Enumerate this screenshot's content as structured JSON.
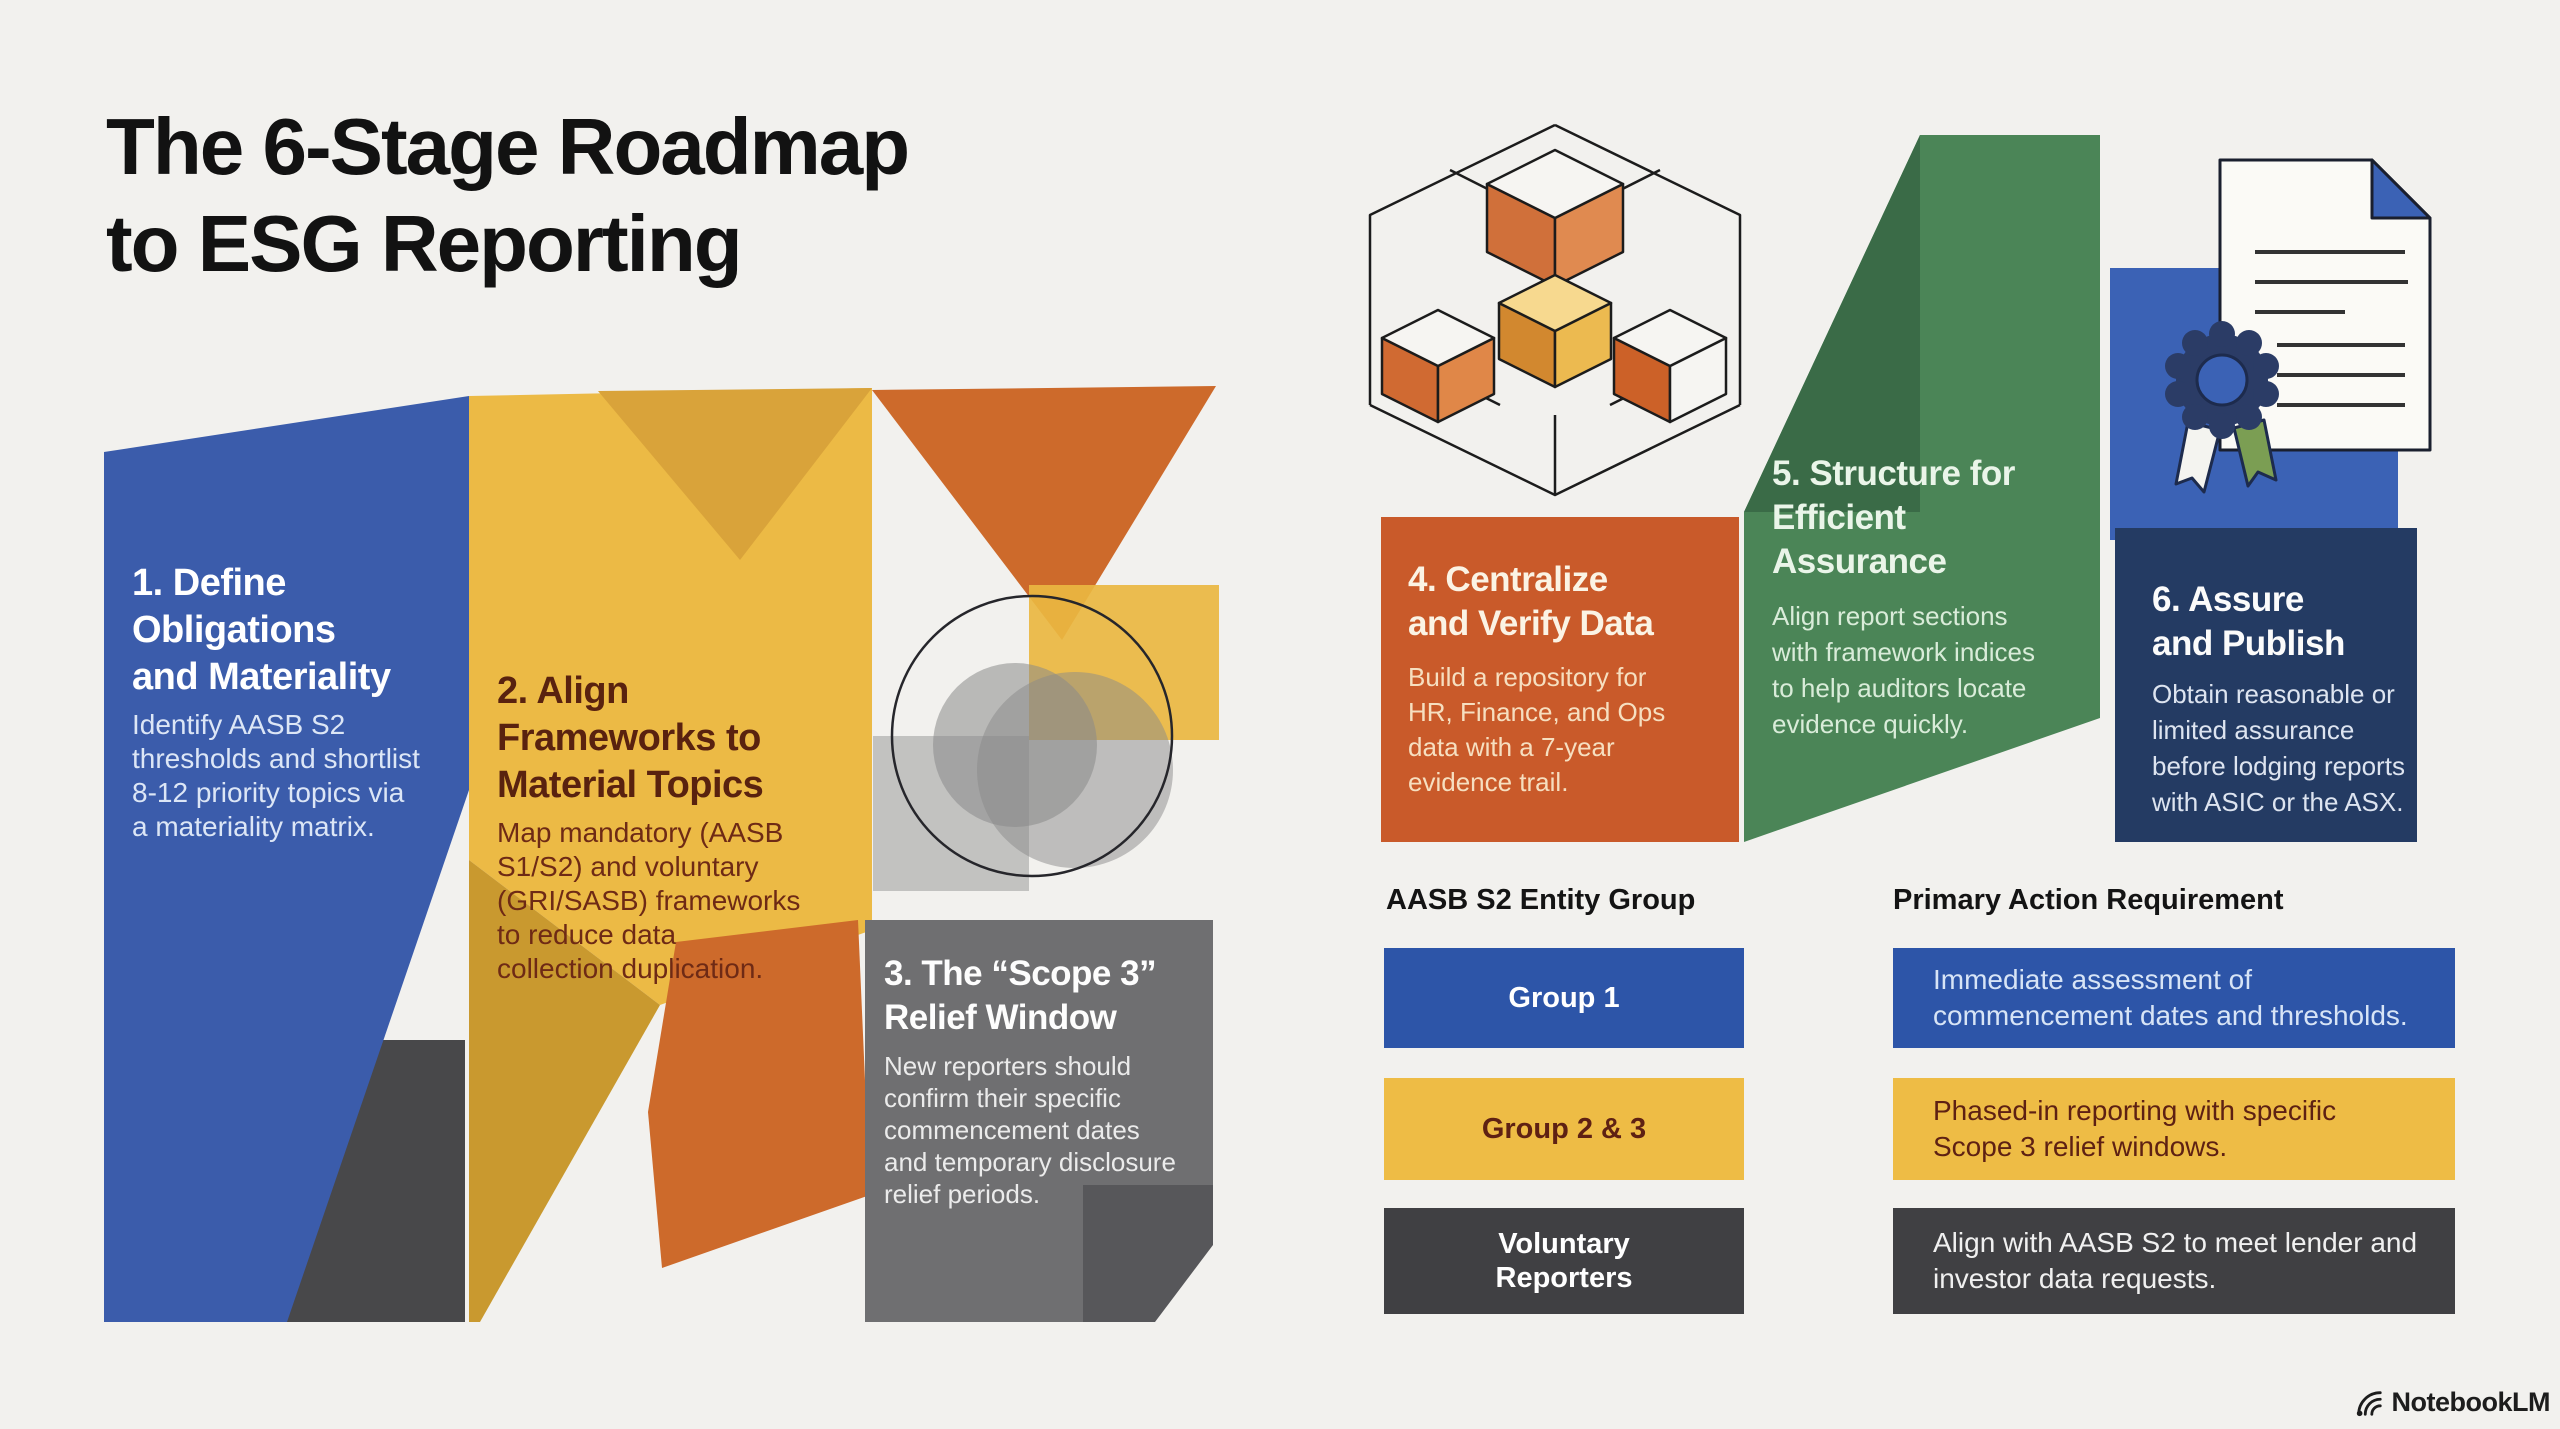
{
  "title": "The 6-Stage Roadmap\nto ESG Reporting",
  "stages": [
    {
      "heading": "1. Define\nObligations\nand Materiality",
      "body": "Identify AASB S2\nthresholds and shortlist\n8-12 priority topics via\na materiality matrix."
    },
    {
      "heading": "2. Align\nFrameworks to\nMaterial Topics",
      "body": "Map mandatory (AASB\nS1/S2) and voluntary\n(GRI/SASB) frameworks\nto reduce data\ncollection duplication."
    },
    {
      "heading": "3. The “Scope 3”\nRelief Window",
      "body": "New reporters should\nconfirm their specific\ncommencement dates\nand temporary disclosure\nrelief periods."
    },
    {
      "heading": "4. Centralize\nand Verify Data",
      "body": "Build a repository for\nHR, Finance, and Ops\ndata with a 7-year\nevidence trail."
    },
    {
      "heading": "5. Structure for\nEfficient\nAssurance",
      "body": "Align report sections\nwith framework indices\nto help auditors locate\nevidence quickly."
    },
    {
      "heading": "6. Assure\nand Publish",
      "body": "Obtain reasonable or\nlimited assurance\nbefore lodging reports\nwith ASIC or the ASX."
    }
  ],
  "table": {
    "column_headers": [
      "AASB S2 Entity Group",
      "Primary Action Requirement"
    ],
    "rows": [
      {
        "group": "Group 1",
        "requirement": "Immediate assessment of\ncommencement dates and thresholds.",
        "color": "#2d55a8"
      },
      {
        "group": "Group 2 & 3",
        "requirement": "Phased-in reporting with specific\nScope 3 relief windows.",
        "color": "#eebc45"
      },
      {
        "group": "Voluntary\nReporters",
        "requirement": "Align with AASB S2 to meet lender and\ninvestor data requests.",
        "color": "#404043"
      }
    ]
  },
  "watermark": {
    "label": "NotebookLM"
  },
  "icons": {
    "cubes": "isometric-cubes-illustration",
    "certificate": "certificate-with-seal-illustration",
    "circles": "overlapping-circles-motif",
    "logo": "notebooklm-logo"
  },
  "colors": {
    "background": "#f2f1ee",
    "stage1_blue": "#3b5cab",
    "stage2_yellow": "#ecba45",
    "stage3_gray": "#6f6f71",
    "stage4_orange": "#c95a2a",
    "stage5_green": "#4b8557",
    "stage6_navy": "#243b63",
    "mustard": "#c9992f",
    "charcoal": "#48484a",
    "accent_orange": "#cd6a2b"
  }
}
